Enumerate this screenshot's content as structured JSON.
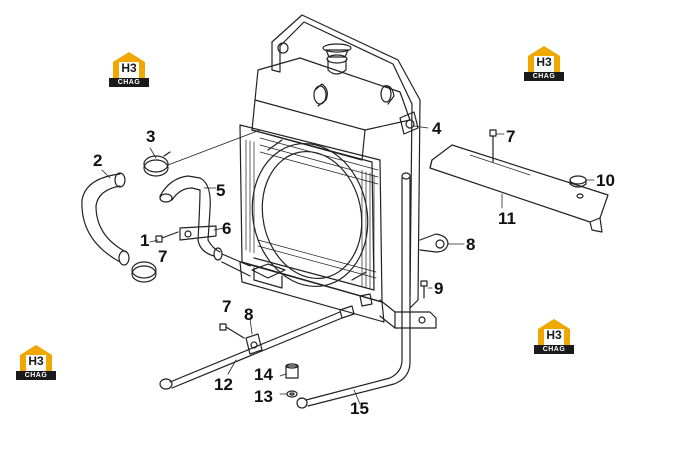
{
  "brand": {
    "letters": "H3",
    "name": "CHAG",
    "colors": {
      "gold": "#f0a800",
      "dark": "#1a1a1a"
    }
  },
  "callouts": {
    "c1": "1",
    "c2": "2",
    "c3": "3",
    "c4": "4",
    "c5": "5",
    "c6": "6",
    "c7a": "7",
    "c7b": "7",
    "c7c": "7",
    "c8a": "8",
    "c8b": "8",
    "c9": "9",
    "c10": "10",
    "c11": "11",
    "c12": "12",
    "c13": "13",
    "c14": "14",
    "c15": "15"
  }
}
